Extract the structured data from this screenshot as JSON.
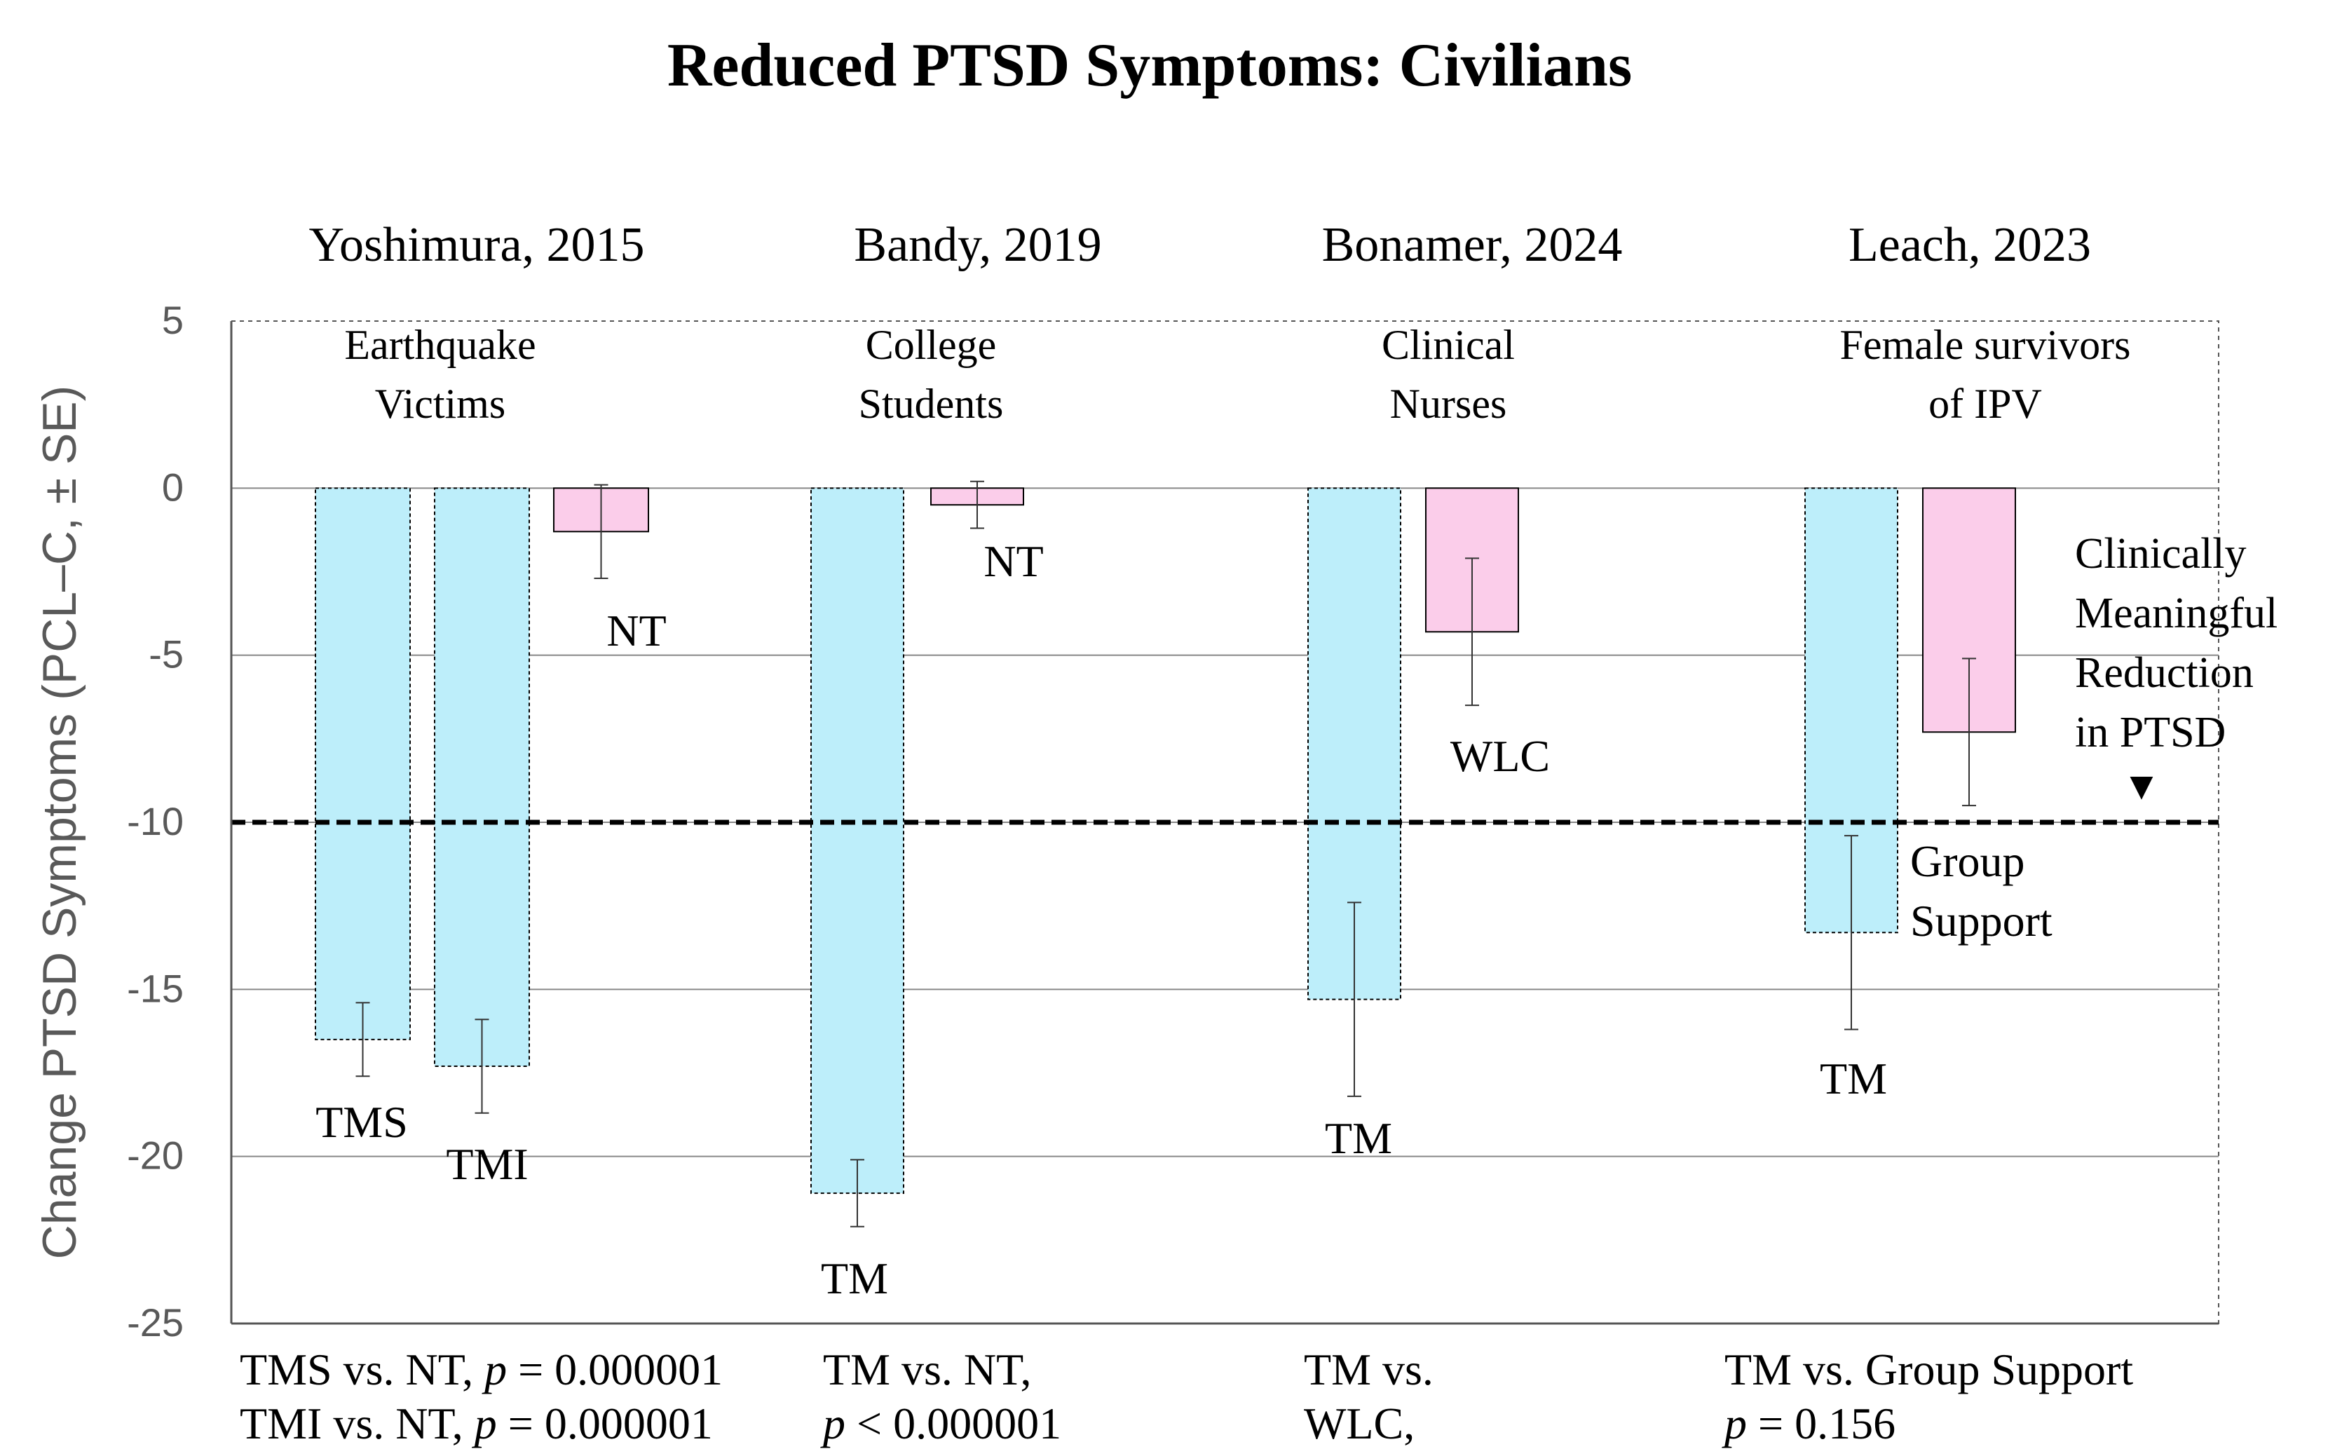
{
  "chart_data": {
    "type": "bar",
    "title": "Reduced PTSD Symptoms: Civilians",
    "ylabel": "Change PTSD Symptoms (PCL–C, ± SE)",
    "ylim": [
      -25,
      5
    ],
    "yticks": [
      5,
      0,
      -5,
      -10,
      -15,
      -20,
      -25
    ],
    "grid": true,
    "studies": [
      {
        "name": "Yoshimura, 2015",
        "population": [
          "Earthquake",
          "Victims"
        ],
        "comparison": [
          "TMS  vs. NT, |p| = 0.000001",
          "TMI vs. NT,  |p| =  0.000001"
        ],
        "bars": [
          {
            "label": "TMS",
            "value": -16.5,
            "se": 1.1,
            "color": "#bdeefa"
          },
          {
            "label": "TMI",
            "value": -17.3,
            "se": 1.4,
            "color": "#bdeefa"
          },
          {
            "label": "NT",
            "value": -1.3,
            "se": 1.4,
            "color": "#fbcdea"
          }
        ]
      },
      {
        "name": "Bandy, 2019",
        "population": [
          "College",
          "Students"
        ],
        "comparison": [
          "TM vs. NT,",
          "|p| < 0.000001"
        ],
        "bars": [
          {
            "label": "TM",
            "value": -21.1,
            "se": 1.0,
            "color": "#bdeefa"
          },
          {
            "label": "NT",
            "value": -0.5,
            "se": 0.7,
            "color": "#fbcdea"
          }
        ]
      },
      {
        "name": "Bonamer, 2024",
        "population": [
          "Clinical",
          "Nurses"
        ],
        "comparison": [
          "TM vs.",
          "WLC,"
        ],
        "bars": [
          {
            "label": "TM",
            "value": -15.3,
            "se": 2.9,
            "color": "#bdeefa"
          },
          {
            "label": "WLC",
            "value": -4.3,
            "se": 2.2,
            "color": "#fbcdea"
          }
        ]
      },
      {
        "name": "Leach, 2023",
        "population": [
          "Female survivors",
          "of IPV"
        ],
        "comparison": [
          "TM vs. Group Support",
          "|p| = 0.156"
        ],
        "bars": [
          {
            "label": "TM",
            "value": -13.3,
            "se": 2.9,
            "color": "#bdeefa"
          },
          {
            "label": "Group Support",
            "value": -7.3,
            "se": 2.2,
            "color": "#fbcdea"
          }
        ]
      }
    ],
    "reference_line": {
      "value": -10,
      "label": [
        "Clinically",
        "Meaningful",
        "Reduction",
        "in PTSD"
      ],
      "marker": "▼"
    }
  }
}
